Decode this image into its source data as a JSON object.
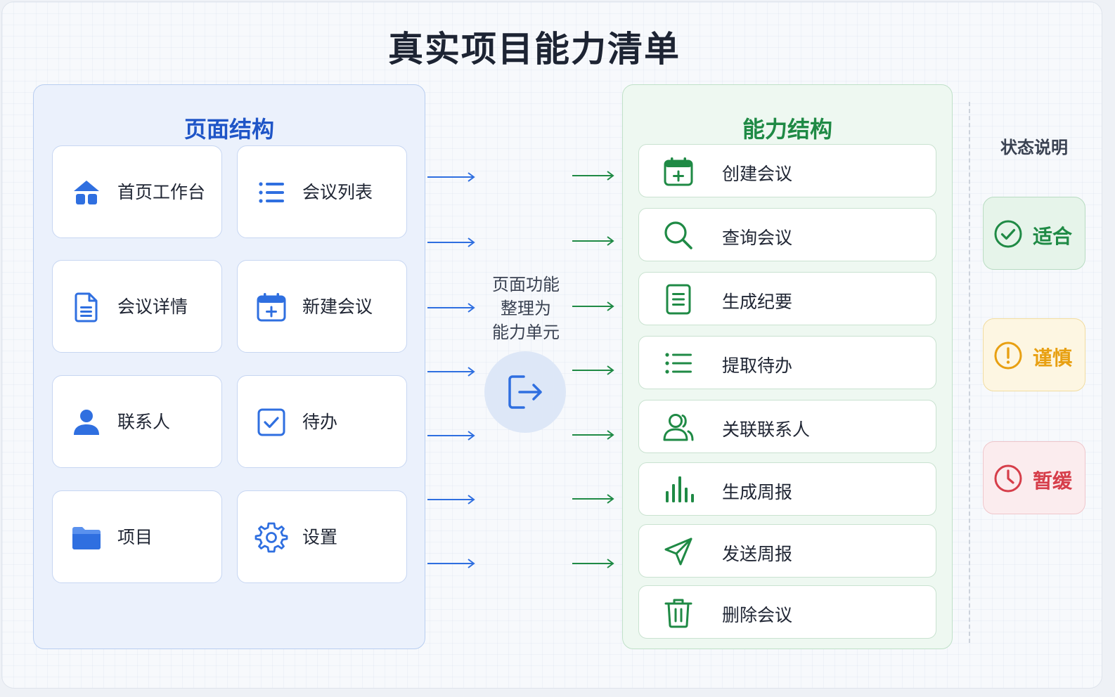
{
  "title": "真实项目能力清单",
  "page_structure": {
    "title": "页面结构",
    "items": [
      {
        "label": "首页工作台",
        "icon": "home-icon"
      },
      {
        "label": "会议列表",
        "icon": "list-icon"
      },
      {
        "label": "会议详情",
        "icon": "document-icon"
      },
      {
        "label": "新建会议",
        "icon": "calendar-add-icon"
      },
      {
        "label": "联系人",
        "icon": "person-icon"
      },
      {
        "label": "待办",
        "icon": "checkbox-icon"
      },
      {
        "label": "项目",
        "icon": "folder-icon"
      },
      {
        "label": "设置",
        "icon": "gear-icon"
      }
    ]
  },
  "middle": {
    "lines": [
      "页面功能",
      "整理为",
      "能力单元"
    ],
    "icon": "export-icon"
  },
  "capability_structure": {
    "title": "能力结构",
    "items": [
      {
        "label": "创建会议",
        "icon": "calendar-add-icon"
      },
      {
        "label": "查询会议",
        "icon": "search-icon"
      },
      {
        "label": "生成纪要",
        "icon": "document-icon"
      },
      {
        "label": "提取待办",
        "icon": "list-icon"
      },
      {
        "label": "关联联系人",
        "icon": "contacts-icon"
      },
      {
        "label": "生成周报",
        "icon": "bar-chart-icon"
      },
      {
        "label": "发送周报",
        "icon": "send-icon"
      },
      {
        "label": "删除会议",
        "icon": "trash-icon"
      }
    ]
  },
  "legend": {
    "title": "状态说明",
    "items": [
      {
        "label": "适合",
        "icon": "check-circle-icon",
        "color": "#1f8a45"
      },
      {
        "label": "谨慎",
        "icon": "warning-circle-icon",
        "color": "#e8a012"
      },
      {
        "label": "暂缓",
        "icon": "clock-icon",
        "color": "#d63e4a"
      }
    ]
  },
  "colors": {
    "blue": "#2f6fe0",
    "green": "#1f8a45"
  }
}
